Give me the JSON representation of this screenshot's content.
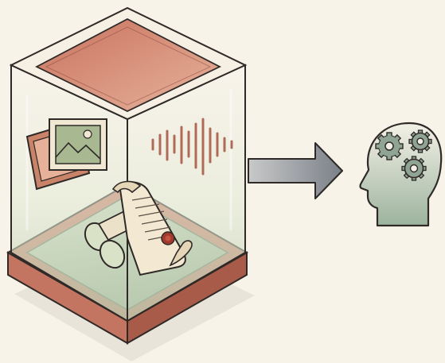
{
  "diagram": {
    "colors": {
      "background": "#f8f3e8",
      "terracotta": "#c97d68",
      "terracotta_dark": "#9a5848",
      "glass_fill": "#e6ecdc",
      "sage_light": "#eef2e3",
      "sage": "#b8c8a8",
      "sage_dark": "#7f9a7b",
      "outline": "#2f2a28",
      "arrow_gray": "#8f9399",
      "head_green": "#9ab09a"
    },
    "nodes": [
      {
        "id": "display-case",
        "icon": "glass-display-case-icon"
      },
      {
        "id": "photos",
        "icon": "photo-stack-icon"
      },
      {
        "id": "audio",
        "icon": "sound-wave-icon"
      },
      {
        "id": "documents",
        "icon": "scroll-document-icon"
      },
      {
        "id": "mind",
        "icon": "head-with-gears-icon"
      }
    ],
    "edges": [
      {
        "from": "display-case",
        "to": "mind",
        "icon": "right-arrow-icon"
      }
    ]
  }
}
